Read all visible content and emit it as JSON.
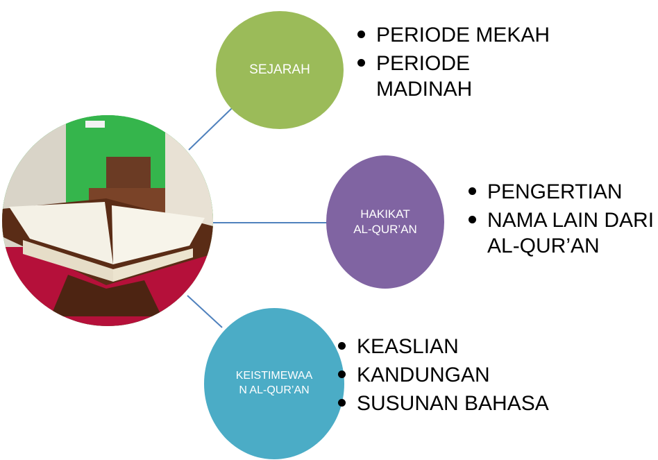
{
  "topics": [
    {
      "label": "SEJARAH",
      "color": "#9bbb59",
      "items": [
        "PERIODE MEKAH",
        "PERIODE\nMADINAH"
      ]
    },
    {
      "label": "HAKIKAT\nAL-QUR’AN",
      "color": "#8064a2",
      "items": [
        "PENGERTIAN",
        "NAMA LAIN DARI\nAL-QUR’AN"
      ]
    },
    {
      "label": "KEISTIMEWAA\nN  AL-QUR’AN",
      "color": "#4bacc6",
      "items": [
        "KEASLIAN",
        "KANDUNGAN",
        "SUSUNAN BAHASA"
      ]
    }
  ],
  "connector_color": "#4f81bd",
  "photo": {
    "subject": "open-quran-on-wooden-stand"
  }
}
